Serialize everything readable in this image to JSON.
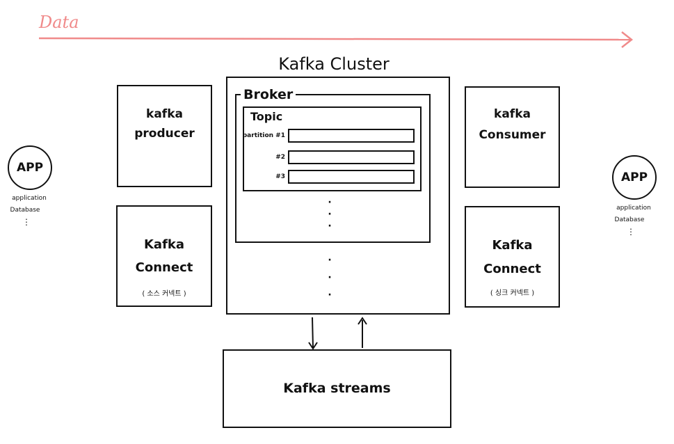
{
  "colors": {
    "data_arrow": "#f08a8a",
    "ink": "#111111"
  },
  "data_label": "Data",
  "cluster": {
    "title": "Kafka Cluster",
    "broker": {
      "label": "Broker",
      "topic": {
        "label": "Topic",
        "partitions": [
          "partition #1",
          "#2",
          "#3"
        ]
      },
      "ellipsis": "·\n·\n·"
    },
    "ellipsis": "·\n·\n·"
  },
  "producer": {
    "line1": "kafka",
    "line2": "producer"
  },
  "consumer": {
    "line1": "kafka",
    "line2": "Consumer"
  },
  "connect_source": {
    "line1": "Kafka",
    "line2": "Connect",
    "note": "( 소스 커넥트 )"
  },
  "connect_sink": {
    "line1": "Kafka",
    "line2": "Connect",
    "note": "( 싱크 커넥트 )"
  },
  "streams": {
    "label": "Kafka streams"
  },
  "app_left": {
    "label": "APP",
    "sub1": "application",
    "sub2": "Database",
    "ellipsis": "⋮"
  },
  "app_right": {
    "label": "APP",
    "sub1": "application",
    "sub2": "Database",
    "ellipsis": "⋮"
  }
}
